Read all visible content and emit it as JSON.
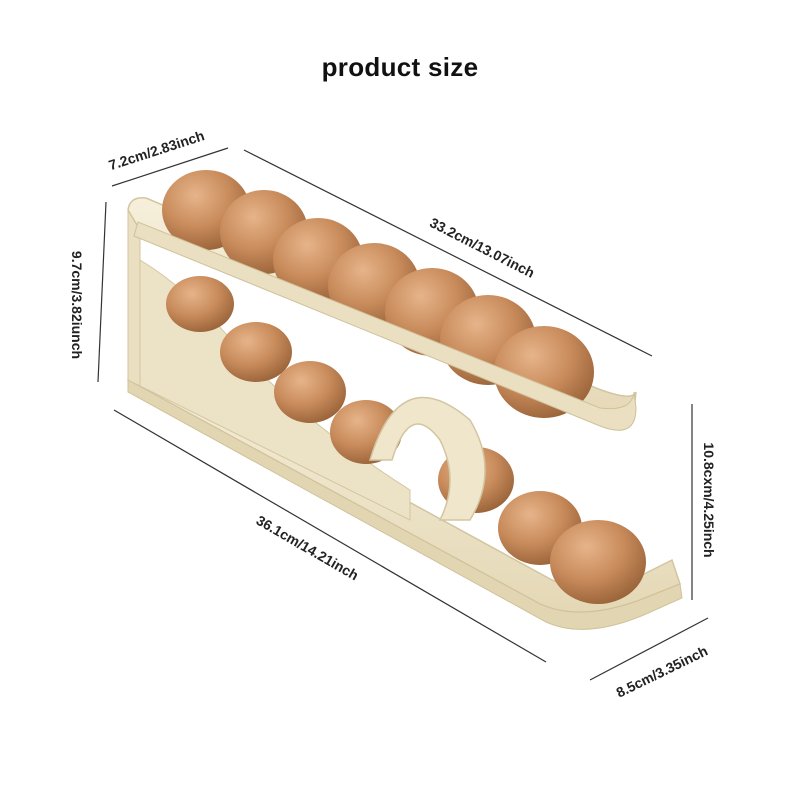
{
  "title": "product size",
  "dimensions": {
    "top_depth": "7.2cm/2.83inch",
    "top_length": "33.2cm/13.07inch",
    "left_height": "9.7cm/3.82iunch",
    "bottom_length": "36.1cm/14.21inch",
    "right_height": "10.8cxm/4.25inch",
    "base_depth": "8.5cm/3.35inch"
  },
  "colors": {
    "tray": "#efe6cc",
    "tray_shadow": "#d9cdaa",
    "egg": "#c98c5c",
    "line": "#333333"
  }
}
